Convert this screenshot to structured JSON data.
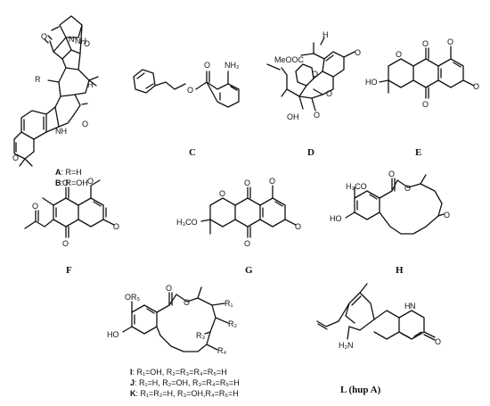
{
  "compounds": {
    "AB": {
      "letter_a": "A",
      "text_a": ": R=H",
      "letter_b": "B",
      "text_b": ": R=OH"
    },
    "C": "C",
    "D": "D",
    "E": "E",
    "F": "F",
    "G": "G",
    "H": "H",
    "IJK": {
      "i": {
        "letter": "I",
        "text": ": R₁=OH, R₂=R₃=R₄=R₅=H"
      },
      "j": {
        "letter": "J",
        "text": ": R₁=H, R₂=OH, R₃=R₄=R₅=H"
      },
      "k": {
        "letter": "K",
        "text": ": R₁=R₂=H, R₃=OH,R₄=R₅=H"
      }
    },
    "L": "L (hup A)"
  },
  "atom_labels": {
    "r": "R",
    "n": "N",
    "nh": "NH",
    "o": "O",
    "h": "H",
    "nh2": "NH₂",
    "meooc": "MeOOC",
    "oh": "OH",
    "ho": "HO",
    "h3co": "H₃CO",
    "or5": "OR₅",
    "r1": "R₁",
    "r2": "R₂",
    "r3": "R₃",
    "r4": "R₄",
    "h2n": "H₂N"
  }
}
